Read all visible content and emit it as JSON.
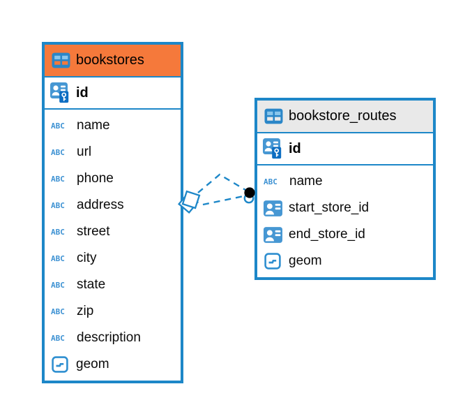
{
  "canvas": {
    "background": "#ffffff"
  },
  "colors": {
    "table_border_blue": "#1d87c8",
    "header_orange": "#f5793b",
    "header_gray": "#e9e9e9",
    "icon_blue": "#4697d3",
    "icon_blue_dark": "#0d6ec2",
    "table_icon_blue": "#2a86c8",
    "abc_blue": "#3e92d3",
    "connector_black": "#000000"
  },
  "icons": {
    "text_type_label": "ABC",
    "table_icon": "table-grid",
    "primary_key_icon": "person-with-key",
    "foreign_key_icon": "person-card",
    "geometry_icon": "box-with-dash"
  },
  "tables": [
    {
      "name": "bookstores",
      "header_color": "#f5793b",
      "primary_key": {
        "label": "id",
        "type": "primary-key"
      },
      "fields": [
        {
          "label": "name",
          "type": "text"
        },
        {
          "label": "url",
          "type": "text"
        },
        {
          "label": "phone",
          "type": "text"
        },
        {
          "label": "address",
          "type": "text"
        },
        {
          "label": "street",
          "type": "text"
        },
        {
          "label": "city",
          "type": "text"
        },
        {
          "label": "state",
          "type": "text"
        },
        {
          "label": "zip",
          "type": "text"
        },
        {
          "label": "description",
          "type": "text"
        },
        {
          "label": "geom",
          "type": "geometry"
        }
      ]
    },
    {
      "name": "bookstore_routes",
      "header_color": "#e9e9e9",
      "primary_key": {
        "label": "id",
        "type": "primary-key"
      },
      "fields": [
        {
          "label": "name",
          "type": "text"
        },
        {
          "label": "start_store_id",
          "type": "foreign-key"
        },
        {
          "label": "end_store_id",
          "type": "foreign-key"
        },
        {
          "label": "geom",
          "type": "geometry"
        }
      ]
    }
  ],
  "relationship": {
    "from_table": "bookstores",
    "to_table": "bookstore_routes",
    "line_style": "dashed",
    "line_count": 2,
    "from_marker": "diamond",
    "to_marker": "filled-circle"
  }
}
